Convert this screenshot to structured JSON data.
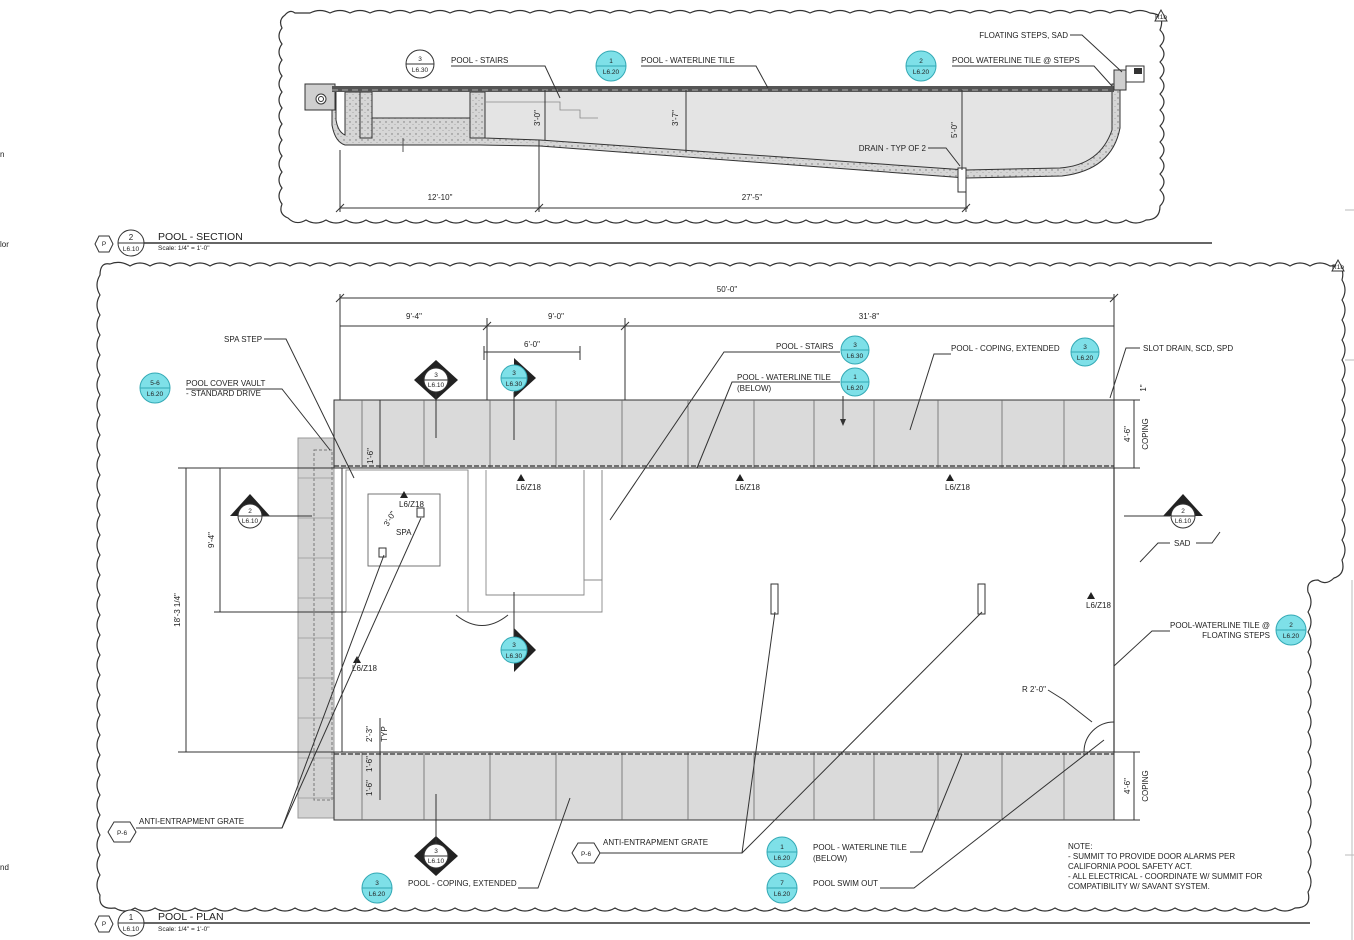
{
  "colors": {
    "callout_cyan": "#7ee0e8",
    "callout_cyan_stroke": "#33a9b5",
    "line": "#222222",
    "coping_fill": "#d9d9d9",
    "water_fill": "#e6e6e6",
    "wall_fill": "#cfcfcf"
  },
  "section": {
    "title": "POOL - SECTION",
    "scale": "Scale: 1/4\" = 1'-0\"",
    "detail_num": "2",
    "detail_sheet": "L6.10",
    "hex": "P",
    "labels": {
      "floating_steps": "FLOATING STEPS, SAD",
      "stairs": "POOL - STAIRS",
      "waterline": "POOL - WATERLINE TILE",
      "waterline_steps": "POOL WATERLINE TILE @ STEPS",
      "drain": "DRAIN - TYP OF 2"
    },
    "callouts": {
      "stairs": {
        "num": "3",
        "sheet": "L6.30"
      },
      "waterline": {
        "num": "1",
        "sheet": "L6.20"
      },
      "waterline_steps": {
        "num": "2",
        "sheet": "L6.20"
      }
    },
    "dims": {
      "d1": "12'-10\"",
      "d2": "27'-5\"",
      "depth_stairs": "3'-0\"",
      "depth_mid": "3'-7\"",
      "depth_deep": "5'-0\""
    },
    "rev_tag": "R1b"
  },
  "plan": {
    "title": "POOL - PLAN",
    "scale": "Scale: 1/4\" = 1'-0\"",
    "detail_num": "1",
    "detail_sheet": "L6.10",
    "hex": "P",
    "rev_tag": "R1b",
    "dims": {
      "overall": "50'-0\"",
      "a": "9'-4\"",
      "b": "9'-0\"",
      "c": "31'-8\"",
      "d": "6'-0\"",
      "coping_w": "4'-6\"",
      "coping_w2": "4'-6\"",
      "gap": "1\"",
      "spa_side": "9'-4\"",
      "overall_h": "18'-3 1/4\"",
      "spa_step": "1'-6\"",
      "spa_diag": "3'-0\"",
      "typ_dim": "2'-3\"",
      "typ": "TYP",
      "b1": "1'-6\"",
      "b2": "1'-6\"",
      "radius": "R 2'-0\""
    },
    "labels": {
      "spa_step": "SPA STEP",
      "cover_vault": "POOL COVER VAULT",
      "cover_vault2": "- STANDARD DRIVE",
      "stairs": "POOL - STAIRS",
      "waterline_below": "POOL - WATERLINE TILE",
      "below": "(BELOW)",
      "coping_ext": "POOL - COPING, EXTENDED",
      "slot_drain": "SLOT DRAIN, SCD, SPD",
      "coping": "COPING",
      "coping2": "COPING",
      "spa": "SPA",
      "sad": "SAD",
      "waterline_floating": "POOL-WATERLINE TILE @",
      "floating_steps": "FLOATING STEPS",
      "anti_grate_left": "ANTI-ENTRAPMENT GRATE",
      "anti_grate_mid": "ANTI-ENTRAPMENT GRATE",
      "coping_ext_bottom": "POOL - COPING, EXTENDED",
      "waterline_bottom": "POOL - WATERLINE TILE",
      "below2": "(BELOW)",
      "swim_out": "POOL SWIM OUT",
      "z1": "L6/Z18",
      "z2": "L6/Z18",
      "z3": "L6/Z18",
      "z4": "L6/Z18",
      "z5": "L6/Z18",
      "z6": "L6/Z18"
    },
    "hex_tags": {
      "left": "P-6",
      "mid": "P-6"
    },
    "callouts": {
      "cover_vault": {
        "num": "5-6",
        "sheet": "L6.20"
      },
      "stairs": {
        "num": "3",
        "sheet": "L6.30"
      },
      "waterline_below": {
        "num": "1",
        "sheet": "L6.20"
      },
      "coping_ext": {
        "num": "3",
        "sheet": "L6.20"
      },
      "waterline_floating": {
        "num": "2",
        "sheet": "L6.20"
      },
      "coping_ext_bottom": {
        "num": "3",
        "sheet": "L6.20"
      },
      "waterline_bottom": {
        "num": "1",
        "sheet": "L6.20"
      },
      "swim_out": {
        "num": "7",
        "sheet": "L6.20"
      },
      "sec_top_left": {
        "num": "3",
        "sheet": "L6.10"
      },
      "sec_top_cyan": {
        "num": "3",
        "sheet": "L6.30"
      },
      "sec_left": {
        "num": "2",
        "sheet": "L6.10"
      },
      "sec_right": {
        "num": "2",
        "sheet": "L6.10"
      },
      "sec_mid_cyan": {
        "num": "3",
        "sheet": "L6.30"
      },
      "sec_bottom": {
        "num": "3",
        "sheet": "L6.10"
      }
    },
    "note": {
      "head": "NOTE:",
      "l1": "- SUMMIT TO PROVIDE DOOR ALARMS PER",
      "l2": "CALIFORNIA POOL SAFETY ACT.",
      "l3": "- ALL ELECTRICAL - COORDINATE W/ SUMMIT FOR",
      "l4": "COMPATIBILITY W/ SAVANT SYSTEM."
    }
  },
  "margin_fragments": {
    "f1": "n",
    "f2": "lor",
    "f3": "nd"
  }
}
